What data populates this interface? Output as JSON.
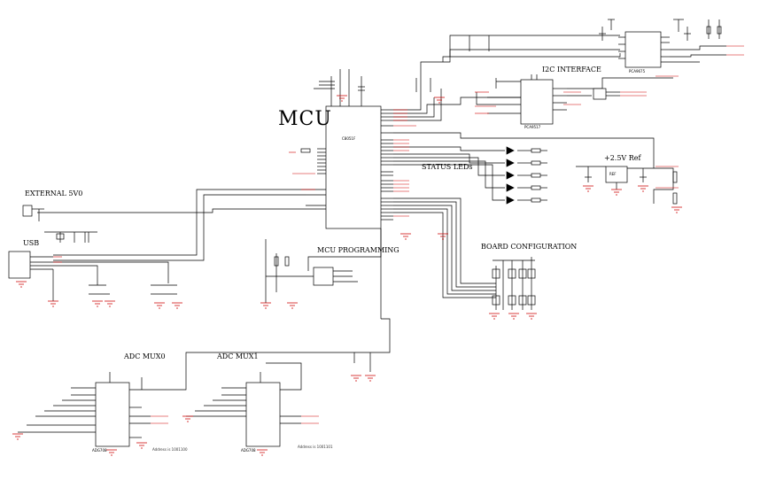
{
  "sections": {
    "mcu": "MCU",
    "i2c": "I2C INTERFACE",
    "ext": "EXTERNAL 5V0",
    "usb": "USB",
    "status": "STATUS LEDs",
    "vref": "+2.5V Ref",
    "mcuprog": "MCU PROGRAMMING",
    "board": "BOARD CONFIGURATION",
    "mux0": "ADC MUX0",
    "mux1": "ADC MUX1"
  },
  "chips": {
    "mcu": "C8051F",
    "i2c_exp": "PCA9675",
    "i2c_buf": "PCA9517",
    "vref": "REF",
    "mux0": "ADG708",
    "mux1": "ADG708"
  },
  "notes": {
    "addr0": "Address is 1001100",
    "addr1": "Address is 1001101"
  },
  "colors": {
    "wire": "#000000",
    "net": "#d00000",
    "ground": "#cc0000"
  }
}
